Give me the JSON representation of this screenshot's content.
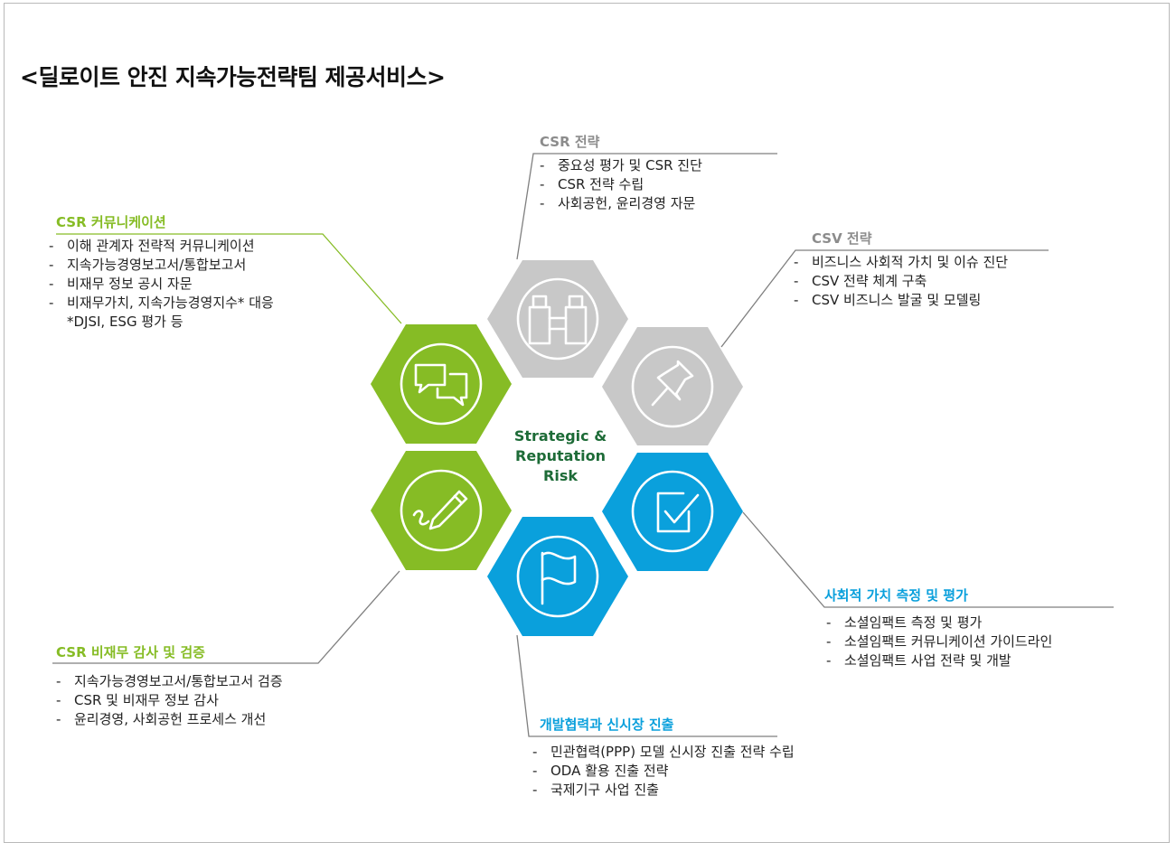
{
  "title": "<딜로이트 안진 지속가능전략팀 제공서비스>",
  "center": {
    "line1": "Strategic &",
    "line2": "Reputation",
    "line3": "Risk"
  },
  "colors": {
    "green": "#86bc25",
    "gray": "#c8c8c8",
    "blue": "#0aa0dc",
    "dark_green": "#1d6b37",
    "head_gray": "#8c8c8c"
  },
  "sections": {
    "csr_strategy": {
      "head": "CSR 전략",
      "icon": "binoculars-icon",
      "items": [
        "중요성 평가 및 CSR 진단",
        "CSR 전략 수립",
        "사회공헌, 윤리경영 자문"
      ]
    },
    "csv_strategy": {
      "head": "CSV 전략",
      "icon": "pushpin-icon",
      "items": [
        "비즈니스 사회적 가치 및 이슈 진단",
        "CSV 전략 체계 구축",
        "CSV 비즈니스 발굴 및 모델링"
      ]
    },
    "csr_comm": {
      "head": "CSR 커뮤니케이션",
      "icon": "speech-bubbles-icon",
      "items": [
        "이해 관계자 전략적 커뮤니케이션",
        "지속가능경영보고서/통합보고서",
        "비재무 정보 공시 자문",
        "비재무가치, 지속가능경영지수* 대응"
      ],
      "note": "*DJSI, ESG 평가 등"
    },
    "csr_audit": {
      "head": "CSR 비재무 감사 및 검증",
      "icon": "pen-signature-icon",
      "items": [
        "지속가능경영보고서/통합보고서 검증",
        "CSR 및 비재무 정보 감사",
        "윤리경영, 사회공헌 프로세스 개선"
      ]
    },
    "social_value": {
      "head": "사회적 가치 측정 및 평가",
      "icon": "checkbox-icon",
      "items": [
        "소셜임팩트 측정 및 평가",
        "소셜임팩트 커뮤니케이션 가이드라인",
        "소셜임팩트 사업 전략 및 개발"
      ]
    },
    "dev_coop": {
      "head": "개발협력과 신시장 진출",
      "icon": "flag-icon",
      "items": [
        "민관협력(PPP) 모델 신시장 진출 전략 수립",
        "ODA 활용 진출 전략",
        "국제기구 사업 진출"
      ]
    }
  }
}
